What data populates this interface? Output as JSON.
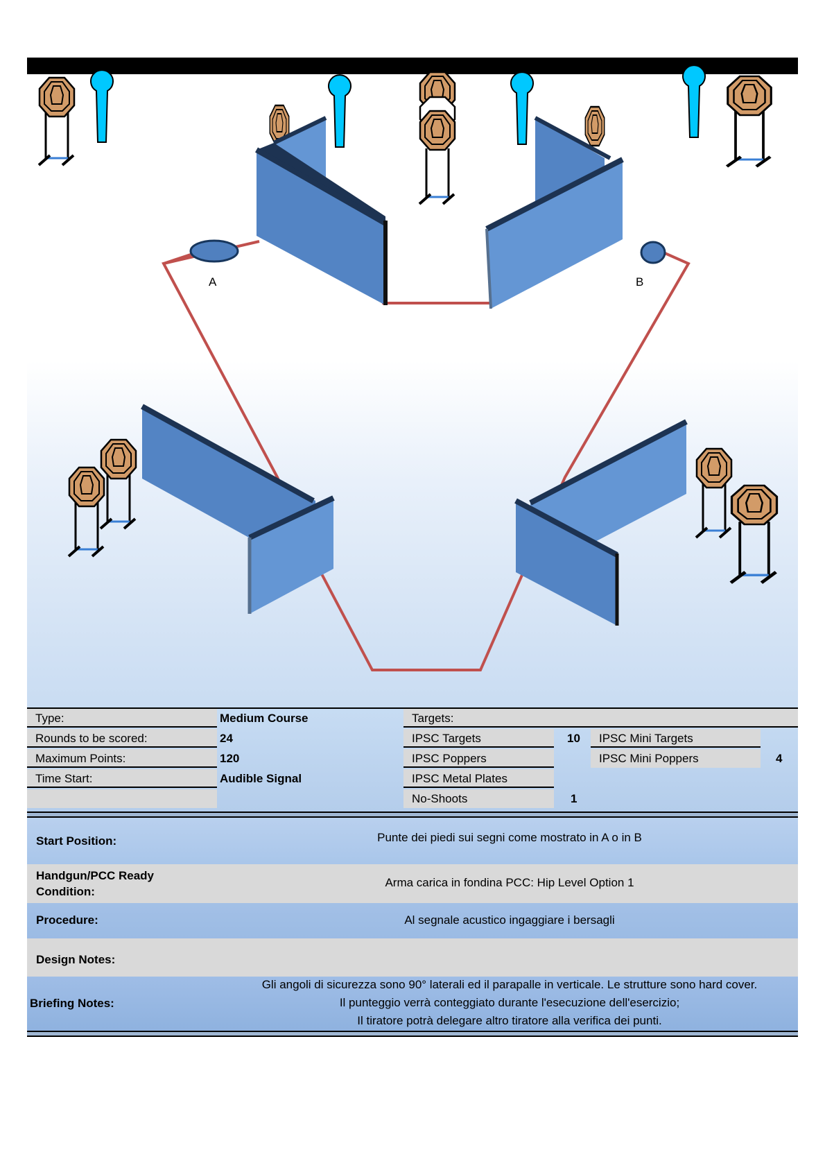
{
  "diagram": {
    "start_markers": [
      {
        "id": "A",
        "label": "A"
      },
      {
        "id": "B",
        "label": "B"
      }
    ],
    "colors": {
      "backstop": "#000000",
      "wall": "#5384c4",
      "wall_light": "#6496d4",
      "wall_edge": "#1d3352",
      "target": "#d29b68",
      "popper": "#00c8ff",
      "fault_line": "#c0504d",
      "marker": "#5080bf"
    },
    "element_counts": {
      "ipsc_targets": 10,
      "mini_poppers": 4,
      "no_shoots": 1,
      "walls": 4
    }
  },
  "info": {
    "type_label": "Type:",
    "type_value": "Medium Course",
    "rounds_label": "Rounds to be scored:",
    "rounds_value": "24",
    "max_points_label": "Maximum Points:",
    "max_points_value": "120",
    "time_start_label": "Time Start:",
    "time_start_value": "Audible Signal",
    "targets_header": "Targets:",
    "targets": [
      {
        "label": "IPSC Targets",
        "count": "10"
      },
      {
        "label": "IPSC Poppers",
        "count": ""
      },
      {
        "label": "IPSC Metal Plates",
        "count": ""
      },
      {
        "label": "No-Shoots",
        "count": "1"
      }
    ],
    "mini_targets": [
      {
        "label": "IPSC Mini Targets",
        "count": ""
      },
      {
        "label": "IPSC Mini Poppers",
        "count": "4"
      }
    ]
  },
  "details": {
    "start_position_label": "Start Position:",
    "start_position_value": "Punte dei piedi sui segni come mostrato in A o in B",
    "ready_condition_label_1": "Handgun/PCC Ready",
    "ready_condition_label_2": "Condition:",
    "ready_condition_value": "Arma carica in fondina PCC: Hip Level Option 1",
    "procedure_label": "Procedure:",
    "procedure_value": "Al segnale acustico ingaggiare i bersagli",
    "design_notes_label": "Design Notes:",
    "design_notes_value": "",
    "briefing_notes_label": "Briefing Notes:",
    "briefing_notes_lines": [
      "Gli angoli di sicurezza sono 90° laterali ed il parapalle in verticale. Le strutture sono hard cover.",
      "Il punteggio verrà conteggiato durante l'esecuzione dell'esercizio;",
      "Il tiratore potrà delegare altro tiratore alla verifica dei punti."
    ]
  }
}
